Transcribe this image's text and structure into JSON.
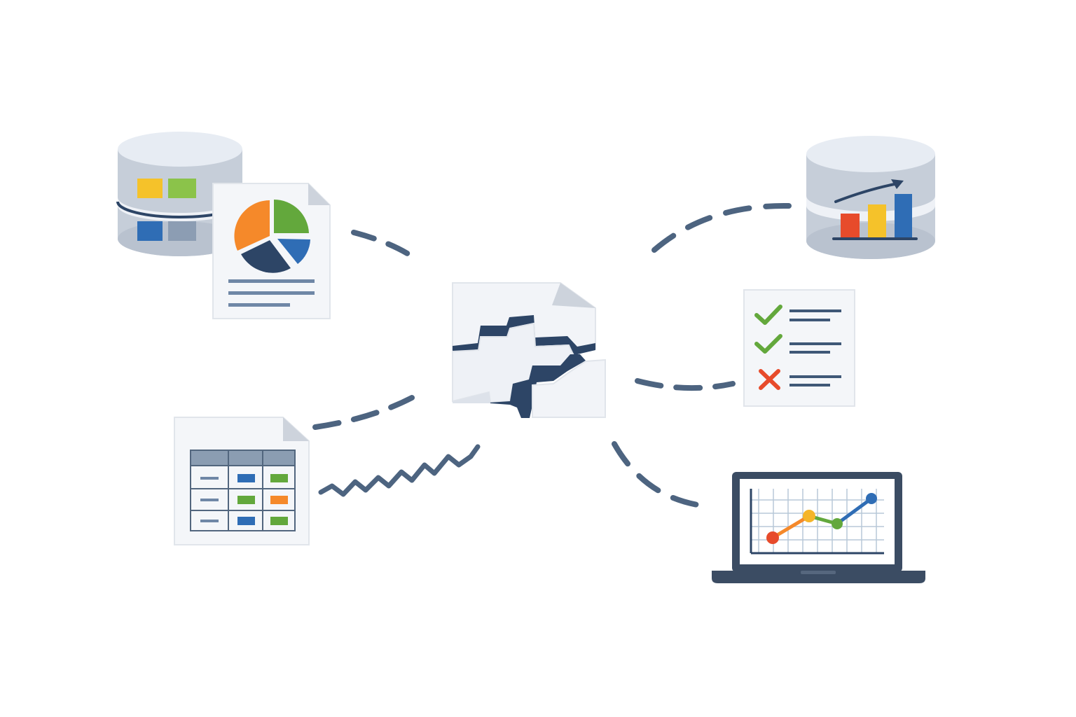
{
  "colors": {
    "background": "#ffffff",
    "line": "#4d6480",
    "navy": "#2d4566",
    "paper": "#f4f6f9",
    "paper_fold": "#cdd3dc",
    "db_top": "#e8edf4",
    "db_side": "#c3cbd6",
    "db_dark": "#a9b4c2",
    "orange": "#f5892a",
    "green": "#63a83c",
    "blue": "#2f6db5",
    "yellow": "#f5c22a",
    "red": "#e74b2b"
  },
  "nodes": [
    {
      "id": "central",
      "icon": "broken-document-icon"
    },
    {
      "id": "db-source",
      "icon": "database-icon"
    },
    {
      "id": "pie-report",
      "icon": "pie-chart-report-icon"
    },
    {
      "id": "spreadsheet",
      "icon": "spreadsheet-icon"
    },
    {
      "id": "db-analytics",
      "icon": "database-bar-chart-icon"
    },
    {
      "id": "checklist",
      "icon": "checklist-icon"
    },
    {
      "id": "dashboard",
      "icon": "laptop-line-chart-icon"
    }
  ],
  "connectors": [
    {
      "from": "pie-report",
      "to": "central",
      "style": "dashed"
    },
    {
      "from": "spreadsheet",
      "to": "central",
      "style": "dashed"
    },
    {
      "from": "spreadsheet",
      "to": "central",
      "style": "zigzag"
    },
    {
      "from": "central",
      "to": "db-analytics",
      "style": "dashed"
    },
    {
      "from": "central",
      "to": "checklist",
      "style": "dashed"
    },
    {
      "from": "central",
      "to": "dashboard",
      "style": "dashed"
    }
  ],
  "checklist_items": [
    {
      "status": "pass"
    },
    {
      "status": "pass"
    },
    {
      "status": "fail"
    }
  ]
}
